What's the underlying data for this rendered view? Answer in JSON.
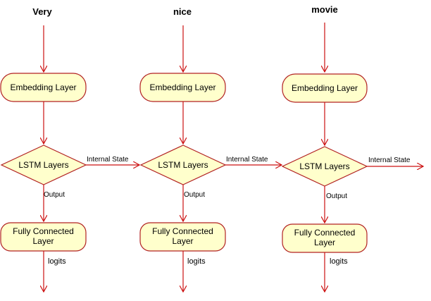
{
  "columns": [
    {
      "word": "Very",
      "embedding_label": "Embedding Layer",
      "lstm_label": "LSTM Layers",
      "state_label": "Internal State",
      "output_label": "Output",
      "fc_label_line1": "Fully Connected",
      "fc_label_line2": "Layer",
      "logits_label": "logits"
    },
    {
      "word": "nice",
      "embedding_label": "Embedding Layer",
      "lstm_label": "LSTM Layers",
      "state_label": "Internal State",
      "output_label": "Output",
      "fc_label_line1": "Fully Connected",
      "fc_label_line2": "Layer",
      "logits_label": "logits"
    },
    {
      "word": "movie",
      "embedding_label": "Embedding Layer",
      "lstm_label": "LSTM Layers",
      "state_label": "Internal State",
      "output_label": "Output",
      "fc_label_line1": "Fully Connected",
      "fc_label_line2": "Layer",
      "logits_label": "logits"
    }
  ],
  "colors": {
    "node_fill": "#ffffcc",
    "node_stroke": "#b22222",
    "edge": "#cc1111"
  }
}
